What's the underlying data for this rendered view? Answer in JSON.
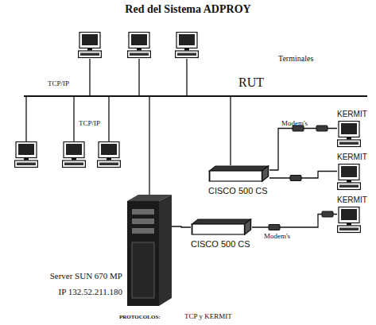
{
  "diagram": {
    "title": "Red del Sistema ADPROY",
    "nodes": [
      {
        "text": [
          "Server SUN 670 MP",
          "IP 132.52.211.180"
        ]
      },
      {
        "text": [
          "CISCO 500 CS"
        ]
      },
      {
        "text": [
          "CISCO 500 CS"
        ]
      },
      {
        "text": [
          "KERMIT"
        ]
      },
      {
        "text": [
          "KERMIT"
        ]
      },
      {
        "text": [
          "KERMIT"
        ]
      }
    ],
    "edges": [
      {
        "from": 0,
        "to": 2,
        "arrow": "none"
      },
      {
        "from": 1,
        "to": 3,
        "arrow": "none"
      },
      {
        "from": 1,
        "to": 4,
        "arrow": "none"
      },
      {
        "from": 2,
        "to": 5,
        "arrow": "none"
      }
    ],
    "labels": [
      "Terminales",
      "TCP/IP",
      "RUT",
      "TCP/IP",
      "Modem's",
      "Modem's",
      "PROTOCOLOS:",
      "TCP y KERMIT"
    ]
  }
}
